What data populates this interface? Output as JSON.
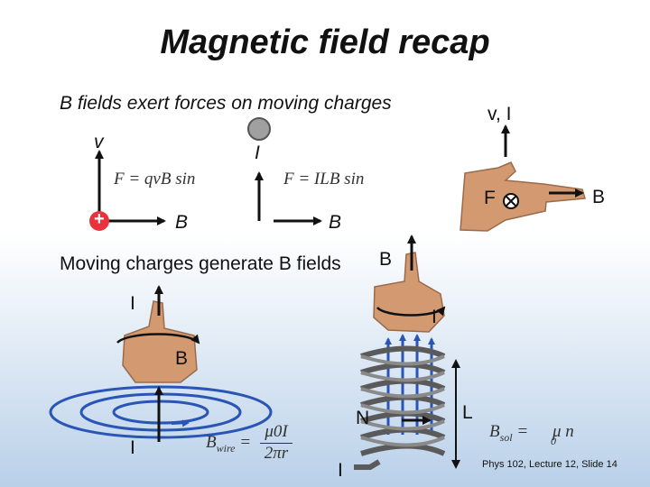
{
  "slide": {
    "title": "Magnetic field recap",
    "force_heading": "B fields exert forces on moving charges",
    "generate_heading": "Moving charges generate B fields",
    "footer": "Phys 102, Lecture 12, Slide 14"
  },
  "labels": {
    "v": "v",
    "I_top": "I",
    "B_charge": "B",
    "B_wire": "B",
    "charge_sign": "+",
    "v_I_hand": "v, I",
    "F_hand": "F",
    "B_hand": "B",
    "B_upper_loop": "B",
    "I_upper_loop": "I",
    "I_wire_hand": "I",
    "B_wire_hand": "B",
    "I_bottom": "I",
    "N_pole": "N",
    "L_length": "L",
    "I_solenoid": "I"
  },
  "equations": {
    "force_charge": "F = qvB sin",
    "force_wire": "F = ILB sin",
    "b_wire_lhs": "B",
    "b_wire_sub": "wire",
    "b_wire_num": "μ0I",
    "b_wire_den": "2πr",
    "b_sol_lhs": "B",
    "b_sol_sub": "sol",
    "b_sol_rhs": "μ n",
    "b_sol_zero": "0"
  },
  "colors": {
    "arrow": "#111111",
    "charge": "#e8323c",
    "field_rings": "#2a55b4",
    "coil": "#5a5a5a",
    "skin": "#d39a72",
    "wire_dot": "#a0a0a0"
  }
}
